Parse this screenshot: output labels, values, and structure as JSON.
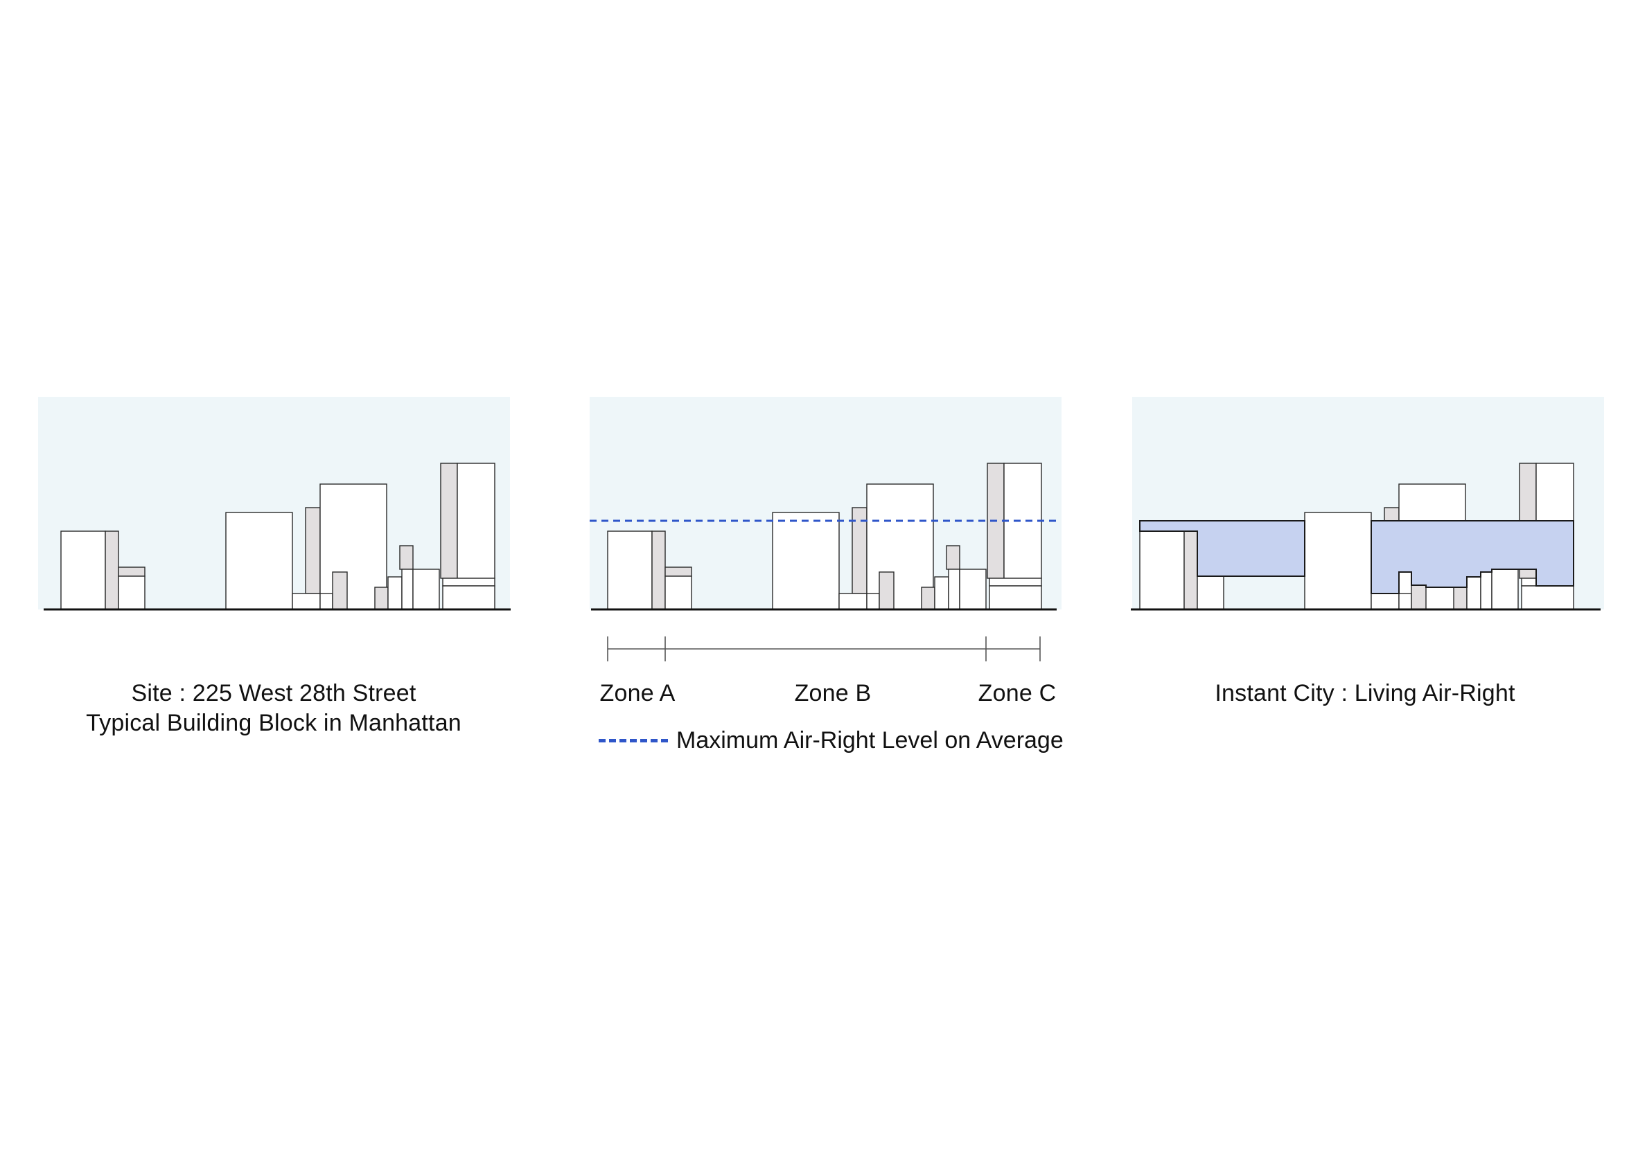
{
  "panels": [
    {
      "caption": [
        "Site : 225 West 28th Street",
        "Typical Building Block in Manhattan"
      ]
    },
    {
      "zones": [
        "Zone A",
        "Zone B",
        "Zone C"
      ],
      "legend": "Maximum Air-Right Level on Average"
    },
    {
      "caption": [
        "Instant City : Living Air-Right"
      ]
    }
  ],
  "colors": {
    "sky": "#eef6f9",
    "building_fill": "#ffffff",
    "shade_fill": "#e2dfe0",
    "outline": "#2a2a2a",
    "air_right_line": "#2f56c9",
    "air_right_fill": "#c6d2f0"
  }
}
